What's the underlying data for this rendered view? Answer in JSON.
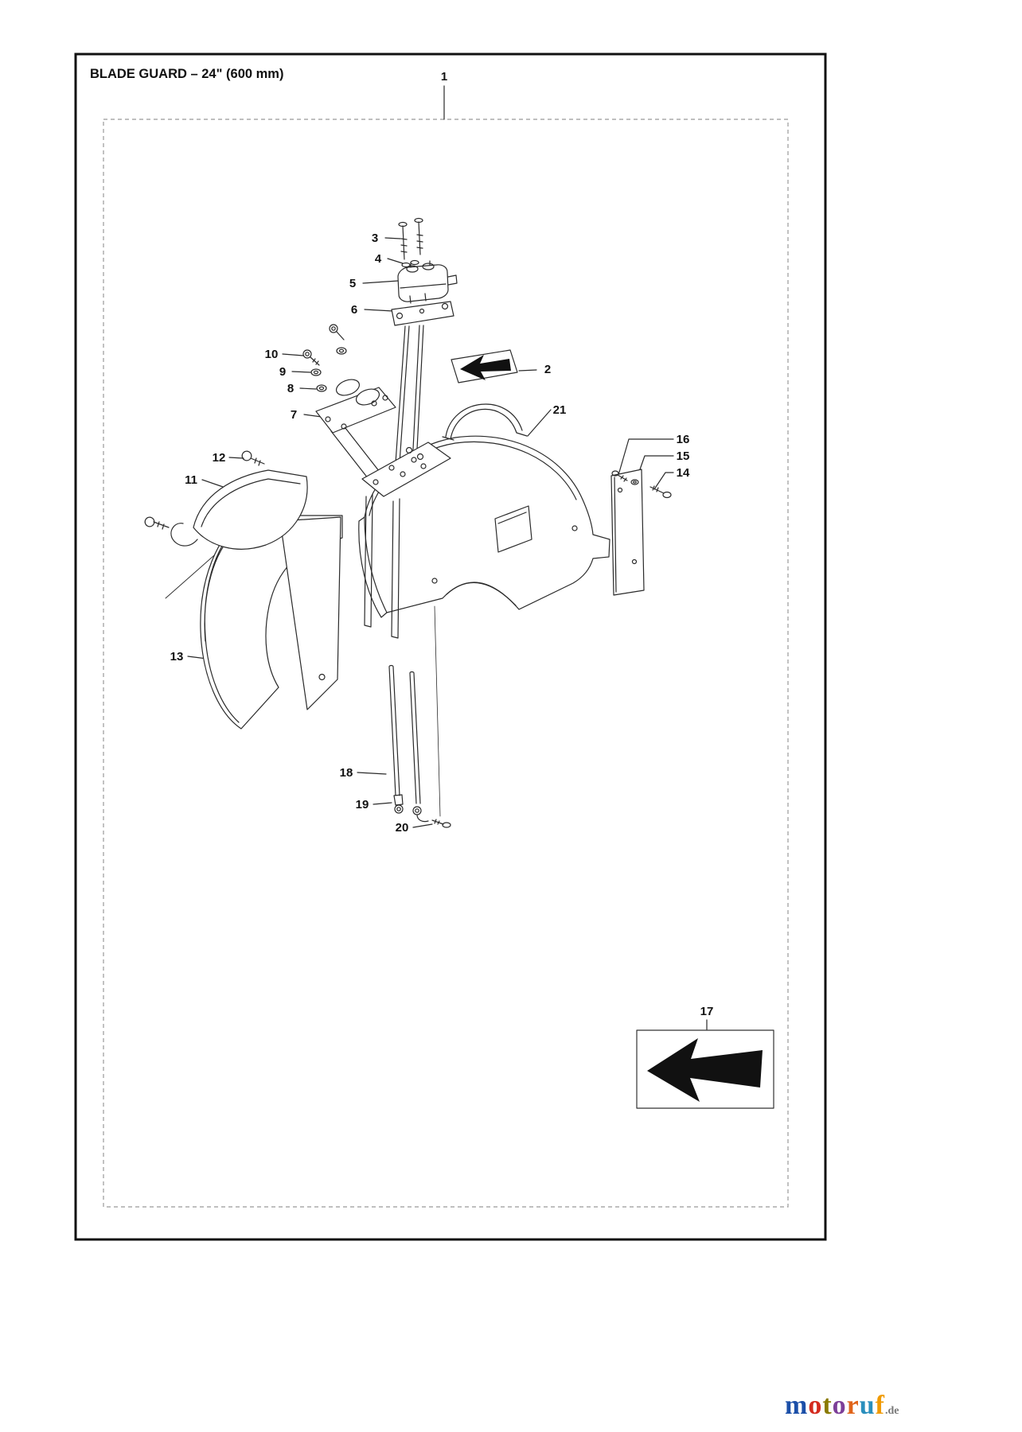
{
  "page": {
    "title": "BLADE GUARD – 24\" (600 mm)"
  },
  "diagram": {
    "labels": [
      {
        "part": 1,
        "text": "1"
      },
      {
        "part": 2,
        "text": "2"
      },
      {
        "part": 3,
        "text": "3"
      },
      {
        "part": 4,
        "text": "4"
      },
      {
        "part": 5,
        "text": "5"
      },
      {
        "part": 6,
        "text": "6"
      },
      {
        "part": 7,
        "text": "7"
      },
      {
        "part": 8,
        "text": "8"
      },
      {
        "part": 9,
        "text": "9"
      },
      {
        "part": 10,
        "text": "10"
      },
      {
        "part": 11,
        "text": "11"
      },
      {
        "part": 12,
        "text": "12"
      },
      {
        "part": 13,
        "text": "13"
      },
      {
        "part": 14,
        "text": "14"
      },
      {
        "part": 15,
        "text": "15"
      },
      {
        "part": 16,
        "text": "16"
      },
      {
        "part": 17,
        "text": "17"
      },
      {
        "part": 18,
        "text": "18"
      },
      {
        "part": 19,
        "text": "19"
      },
      {
        "part": 20,
        "text": "20"
      },
      {
        "part": 21,
        "text": "21"
      }
    ],
    "decals": {
      "arrow_color": "#111111",
      "line_color": "#2a2a2a"
    }
  },
  "logo": {
    "letters": [
      {
        "ch": "m",
        "color": "#1b4fa8"
      },
      {
        "ch": "o",
        "color": "#d42a1e"
      },
      {
        "ch": "t",
        "color": "#8a7a00"
      },
      {
        "ch": "o",
        "color": "#7d3f98"
      },
      {
        "ch": "r",
        "color": "#e0641a"
      },
      {
        "ch": "u",
        "color": "#2a8fbd"
      },
      {
        "ch": "f",
        "color": "#f09a00"
      }
    ],
    "suffix": {
      "text": ".de",
      "color": "#777777"
    }
  }
}
